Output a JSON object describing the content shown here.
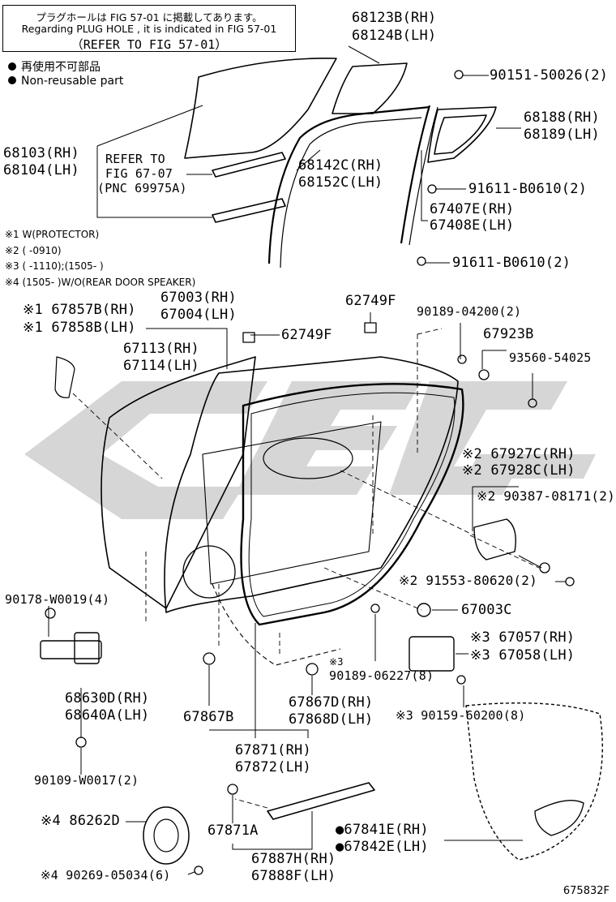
{
  "note": {
    "line1": "プラグホールは FIG 57-01 に掲載してあります。",
    "line2": "Regarding PLUG HOLE , it is indicated in FIG 57-01",
    "line3": "（REFER TO FIG 57-01）"
  },
  "legend": {
    "jp": "再使用不可部品",
    "en": "Non-reusable part"
  },
  "footnotes": [
    "※1 W(PROTECTOR)",
    "※2 (      -0910)",
    "※3 (      -1110);(1505-       )",
    "※4 (1505-      )W/O(REAR DOOR SPEAKER)"
  ],
  "refer": {
    "l1": "REFER TO",
    "l2": "FIG 67-07",
    "l3": "(PNC 69975A)"
  },
  "parts": {
    "p68123": "68123B(RH)",
    "p68124": "68124B(LH)",
    "p90151": "90151-50026(2)",
    "p68188": "68188(RH)",
    "p68189": "68189(LH)",
    "p68103": "68103(RH)",
    "p68104": "68104(LH)",
    "p68142": "68142C(RH)",
    "p68152": "68152C(LH)",
    "p91611a": "91611-B0610(2)",
    "p67407": "67407E(RH)",
    "p67408": "67408E(LH)",
    "p91611b": "91611-B0610(2)",
    "p67003": "67003(RH)",
    "p67004": "67004(LH)",
    "p62749a": "62749F",
    "p90189a": "90189-04200(2)",
    "p67857": "※1 67857B(RH)",
    "p67858": "※1 67858B(LH)",
    "p62749b": "62749F",
    "p67923": "67923B",
    "p67113": "67113(RH)",
    "p67114": "67114(LH)",
    "p93560": "93560-54025",
    "p67927": "※2 67927C(RH)",
    "p67928": "※2 67928C(LH)",
    "p90387": "※2 90387-08171(2)",
    "p91553": "※2 91553-80620(2)",
    "p67003c": "67003C",
    "p90178": "90178-W0019(4)",
    "p67057": "※3 67057(RH)",
    "p67058": "※3 67058(LH)",
    "p90189b1": "※3",
    "p90189b2": "90189-06227(8)",
    "p68630": "68630D(RH)",
    "p68640": "68640A(LH)",
    "p67867": "67867D(RH)",
    "p67868": "67868D(LH)",
    "p67867b": "67867B",
    "p90159": "※3 90159-60200(8)",
    "p67871": "67871(RH)",
    "p67872": "67872(LH)",
    "p90109": "90109-W0017(2)",
    "p86262": "※4 86262D",
    "p67871a": "67871A",
    "p67841": "●67841E(RH)",
    "p67842": "●67842E(LH)",
    "p67887": "67887H(RH)",
    "p67888": "67888F(LH)",
    "p90269": "※4 90269-05034(6)"
  },
  "figure_id": "675832F"
}
